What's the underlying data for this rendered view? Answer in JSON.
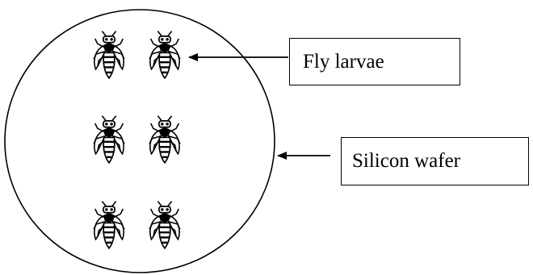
{
  "labels": {
    "fly_larvae": "Fly larvae",
    "silicon_wafer": "Silicon wafer"
  },
  "flies": {
    "rows": 3,
    "per_row": 2,
    "icon": "fly-icon"
  },
  "colors": {
    "ink": "#000000",
    "background": "#ffffff"
  }
}
